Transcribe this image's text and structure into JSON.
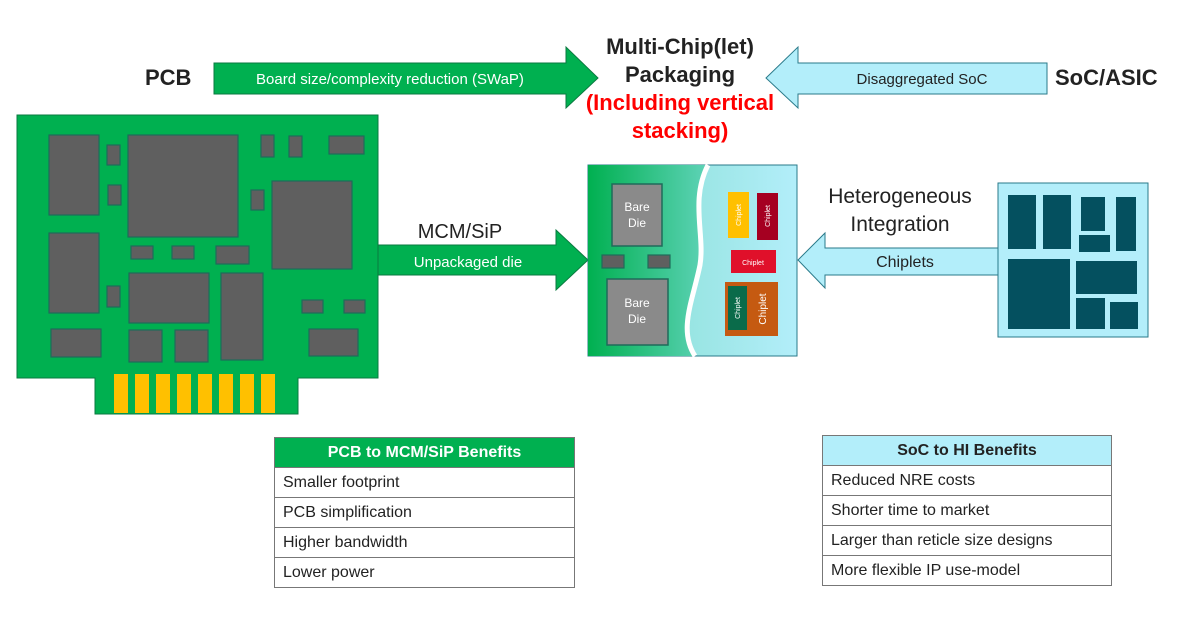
{
  "title": {
    "line1": "Multi-Chip(let)",
    "line2": "Packaging",
    "note1": "(Including vertical",
    "note2": "stacking)"
  },
  "pcb_label": "PCB",
  "soc_label": "SoC/ASIC",
  "arrows": {
    "pcb_to_package": "Board size/complexity reduction (SWaP)",
    "soc_to_package": "Disaggregated SoC",
    "mcm_title": "MCM/SiP",
    "mcm_label": "Unpackaged die",
    "hi_title_1": "Heterogeneous",
    "hi_title_2": "Integration",
    "hi_label": "Chiplets"
  },
  "package": {
    "bare_die_1": [
      "Bare",
      "Die"
    ],
    "bare_die_2": [
      "Bare",
      "Die"
    ],
    "chiplets": [
      "Chiplet",
      "Chiplet",
      "Chiplet",
      "Chiplet",
      "Chiplet"
    ]
  },
  "colors": {
    "green": "#00b050",
    "light_cyan": "#b3eefa",
    "dark_teal": "#04505f",
    "chip_gray": "#5f5f5f",
    "gold": "#ffc000",
    "red_text": "#ff0000"
  },
  "tables": {
    "pcb_benefits": {
      "header": "PCB to MCM/SiP Benefits",
      "rows": [
        "Smaller footprint",
        "PCB simplification",
        "Higher bandwidth",
        "Lower power"
      ]
    },
    "soc_benefits": {
      "header": "SoC to HI Benefits",
      "rows": [
        "Reduced NRE costs",
        "Shorter time to market",
        "Larger than reticle size designs",
        "More flexible IP use-model"
      ]
    }
  }
}
